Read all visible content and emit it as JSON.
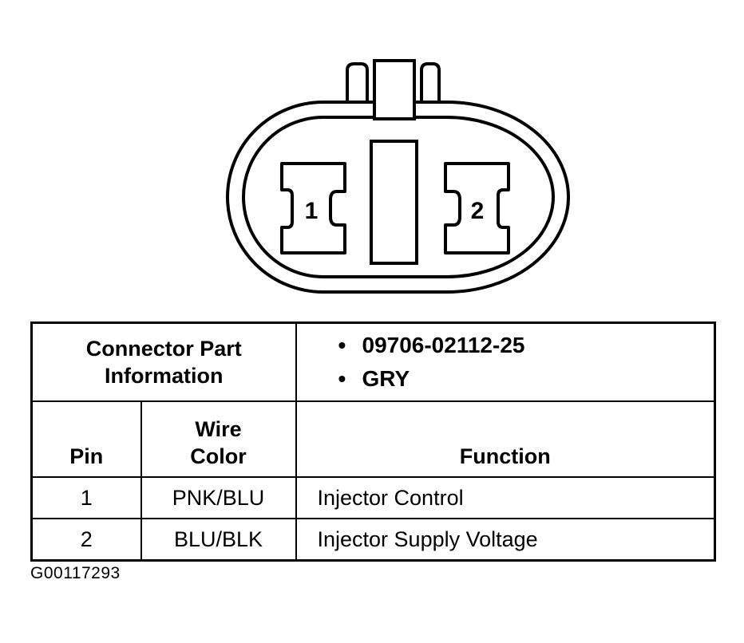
{
  "connector": {
    "pins": [
      {
        "label": "1"
      },
      {
        "label": "2"
      }
    ]
  },
  "table": {
    "connector_part_label_line1": "Connector Part",
    "connector_part_label_line2": "Information",
    "part_number": "09706-02112-25",
    "color_code": "GRY",
    "bullet": "•",
    "headers": {
      "pin": "Pin",
      "wire_color_line1": "Wire",
      "wire_color_line2": "Color",
      "function": "Function"
    },
    "rows": [
      {
        "pin": "1",
        "wire_color": "PNK/BLU",
        "function": "Injector Control"
      },
      {
        "pin": "2",
        "wire_color": "BLU/BLK",
        "function": "Injector Supply Voltage"
      }
    ]
  },
  "figure_id": "G00117293"
}
